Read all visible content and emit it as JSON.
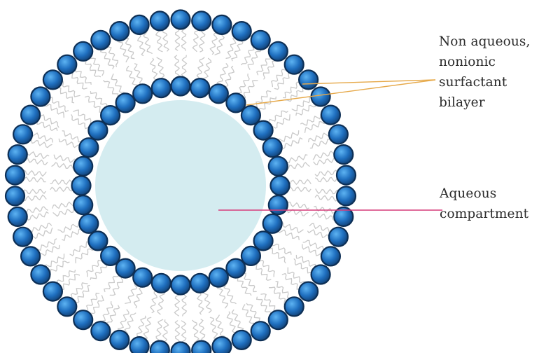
{
  "labels": {
    "bilayer": [
      "Non aqueous,",
      "nonionic",
      "surfactant",
      "bilayer"
    ],
    "aqueous": [
      "Aqueous",
      "compartment"
    ]
  },
  "colors": {
    "head_fill": "#1f6fbf",
    "head_highlight": "#3d9be9",
    "head_edge": "#0d2f55",
    "tail": "#c9c9c9",
    "core": "#d4ecf0",
    "bilayer_leader": "#e6a94a",
    "aqueous_leader": "#d63c7a",
    "text": "#2a2a2a"
  }
}
